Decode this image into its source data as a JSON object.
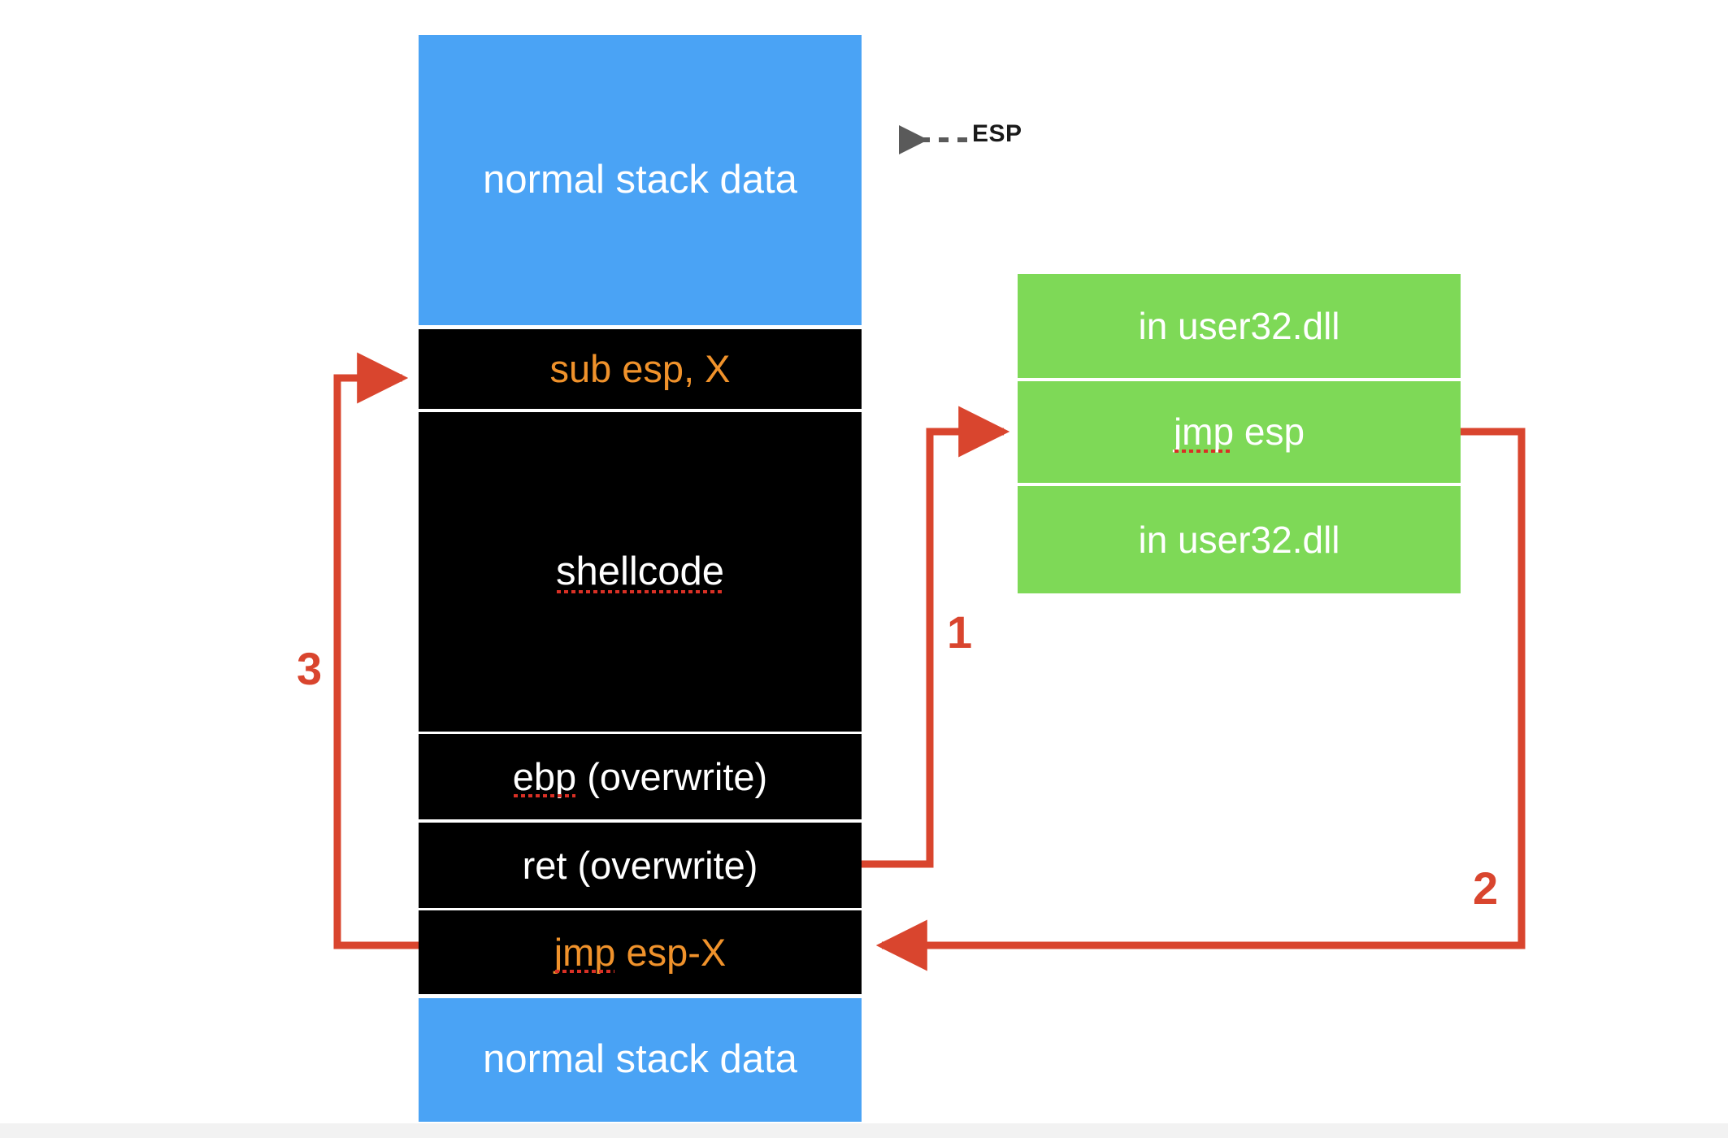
{
  "diagram": {
    "title": "stack buffer overflow jmp esp diagram",
    "colors": {
      "stack_normal": "#4aa3f5",
      "stack_attack": "#000000",
      "dll": "#7ed957",
      "arrow": "#d9452e",
      "instruction_text": "#f0922b",
      "spellcheck_underline": "#d93025",
      "esp_arrow": "#5a5a5a"
    },
    "stack": {
      "name": "stack-column",
      "rows": [
        {
          "id": "normal-stack-top",
          "label": "normal stack data",
          "style": "blue"
        },
        {
          "id": "sub-esp-x",
          "label": "sub esp, X",
          "style": "black-orange"
        },
        {
          "id": "shellcode",
          "label": "shellcode",
          "style": "black-white",
          "misspelled": "shellcode"
        },
        {
          "id": "ebp-overwrite",
          "label": "ebp (overwrite)",
          "style": "black-white",
          "misspelled": "ebp"
        },
        {
          "id": "ret-overwrite",
          "label": "ret (overwrite)",
          "style": "black-white"
        },
        {
          "id": "jmp-esp-x",
          "label": "jmp esp-X",
          "style": "black-orange",
          "misspelled": "jmp"
        },
        {
          "id": "normal-stack-bottom",
          "label": "normal stack data",
          "style": "blue"
        }
      ]
    },
    "dll": {
      "name": "user32-dll-column",
      "rows": [
        {
          "id": "dll-above",
          "label": "in user32.dll"
        },
        {
          "id": "jmp-esp",
          "label": "jmp esp",
          "misspelled": "jmp"
        },
        {
          "id": "dll-below",
          "label": "in user32.dll"
        }
      ]
    },
    "esp_pointer": {
      "label": "ESP",
      "icon": "dashed-left-arrow-icon"
    },
    "flow_steps": [
      {
        "number": "1",
        "from": "ret-overwrite",
        "to": "jmp-esp"
      },
      {
        "number": "2",
        "from": "jmp-esp",
        "to": "jmp-esp-x"
      },
      {
        "number": "3",
        "from": "jmp-esp-x",
        "to": "sub-esp-x"
      }
    ]
  }
}
